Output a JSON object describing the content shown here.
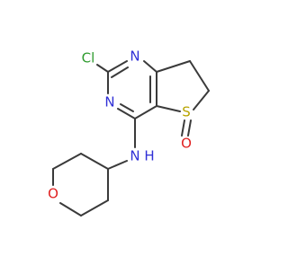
{
  "molecule": {
    "atoms": {
      "cl": "Cl",
      "n1": "N",
      "n3": "N",
      "s": "S",
      "o_sulfoxide": "O",
      "nh": "N",
      "h": "H",
      "o_ring": "O"
    },
    "colors": {
      "bond": "#3a3a3a",
      "chlorine": "#2e9b2e",
      "nitrogen": "#2f2fd6",
      "sulfur": "#b8a400",
      "oxygen": "#e02020"
    }
  }
}
